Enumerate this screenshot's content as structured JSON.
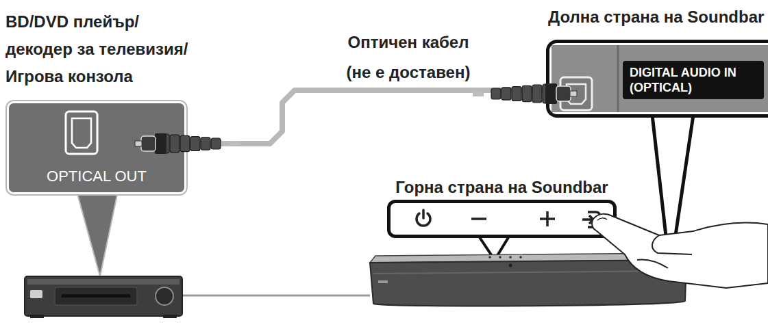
{
  "diagram": {
    "nodes": [
      {
        "text": [
          "OPTICAL OUT"
        ]
      },
      {
        "text": [
          "Долна страна на Soundbar"
        ]
      },
      {
        "text": [
          "DIGITAL AUDIO IN (OPTICAL)"
        ],
        "in": 1
      },
      {
        "text": [
          "Горна страна на Soundbar"
        ]
      }
    ],
    "edges": [
      {
        "from": 0,
        "to": 1,
        "arrow": "none",
        "label": "Оптичен кабел (не е доставен)"
      }
    ],
    "labels": [
      "BD/DVD плейър/ декодер за телевизия/ Игрова конзола"
    ]
  }
}
